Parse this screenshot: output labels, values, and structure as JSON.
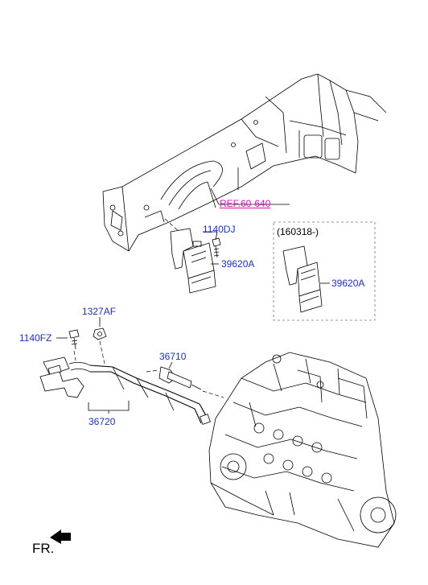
{
  "labels": {
    "ref": "REF.60-640",
    "p1140dj": "1140DJ",
    "p39620a_main": "39620A",
    "variant": "(160318-)",
    "p39620a_variant": "39620A",
    "p1327af": "1327AF",
    "p1140fz": "1140FZ",
    "p36710": "36710",
    "p36720": "36720",
    "front": "FR."
  },
  "colors": {
    "part_number": "#1a2fd0",
    "reference": "#e010c0",
    "linework": "#000000"
  },
  "icons": {
    "front_direction": "arrow-icon"
  }
}
